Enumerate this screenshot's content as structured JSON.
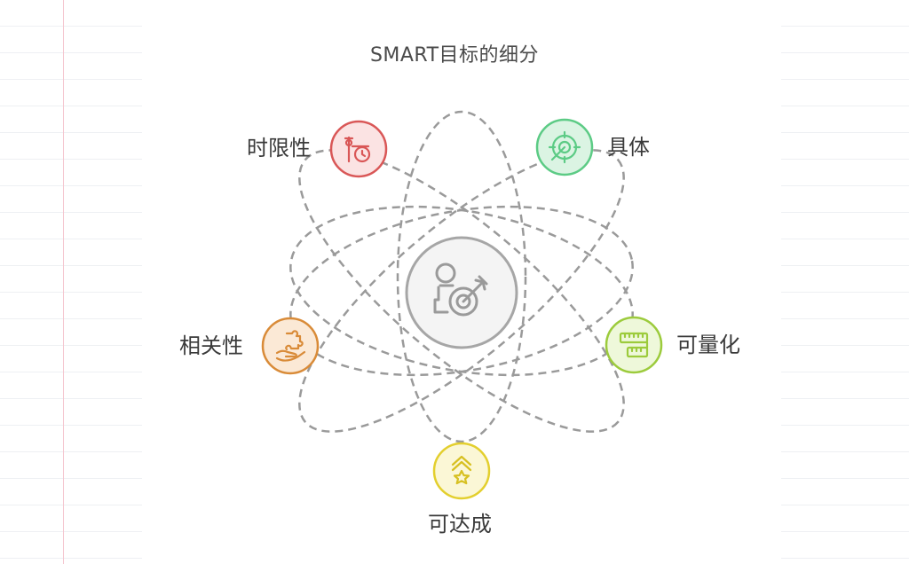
{
  "title": "SMART目标的细分",
  "center": {
    "icon": "person-target-icon",
    "fill": "#f4f4f4",
    "stroke": "#a6a6a6"
  },
  "nodes": [
    {
      "id": "time-bound",
      "label": "时限性",
      "icon": "timer-icon",
      "stroke": "#d95757",
      "fill": "#fbe3e3"
    },
    {
      "id": "specific",
      "label": "具体",
      "icon": "target-icon",
      "stroke": "#5ccb85",
      "fill": "#dbf4e3"
    },
    {
      "id": "measurable",
      "label": "可量化",
      "icon": "ruler-icon",
      "stroke": "#9ccb3c",
      "fill": "#eef8da"
    },
    {
      "id": "achievable",
      "label": "可达成",
      "icon": "rank-star-icon",
      "stroke": "#e3cf2e",
      "fill": "#fbf7d6"
    },
    {
      "id": "relevant",
      "label": "相关性",
      "icon": "puzzle-hand-icon",
      "stroke": "#d98b38",
      "fill": "#fbe9d6"
    }
  ],
  "orbit_color": "#9a9a9a"
}
